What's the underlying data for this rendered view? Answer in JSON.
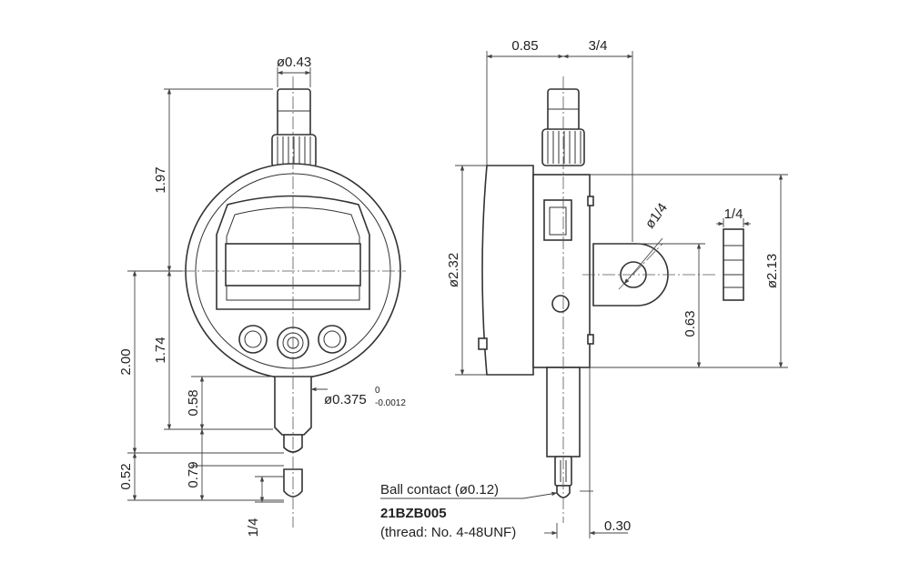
{
  "dimensions": {
    "top_diameter": "ø0.43",
    "height_1_97": "1.97",
    "height_1_74": "1.74",
    "height_2_00": "2.00",
    "stem_0_58": "0.58",
    "stem_diameter": "ø0.375",
    "stem_tol_upper": "0",
    "stem_tol_lower": "-0.0012",
    "contact_0_52": "0.52",
    "contact_0_79": "0.79",
    "contact_1_4": "1/4",
    "side_0_85": "0.85",
    "side_3_4": "3/4",
    "body_diameter": "ø2.32",
    "lug_hole": "ø1/4",
    "lug_width": "1/4",
    "lug_0_63": "0.63",
    "overall_2_13": "ø2.13",
    "spindle_0_30": "0.30"
  },
  "notes": {
    "ball_contact": "Ball contact (ø0.12)",
    "part_number": "21BZB005",
    "thread": "(thread: No. 4-48UNF)"
  },
  "colors": {
    "line": "#333333",
    "text": "#222222",
    "background": "#ffffff"
  }
}
